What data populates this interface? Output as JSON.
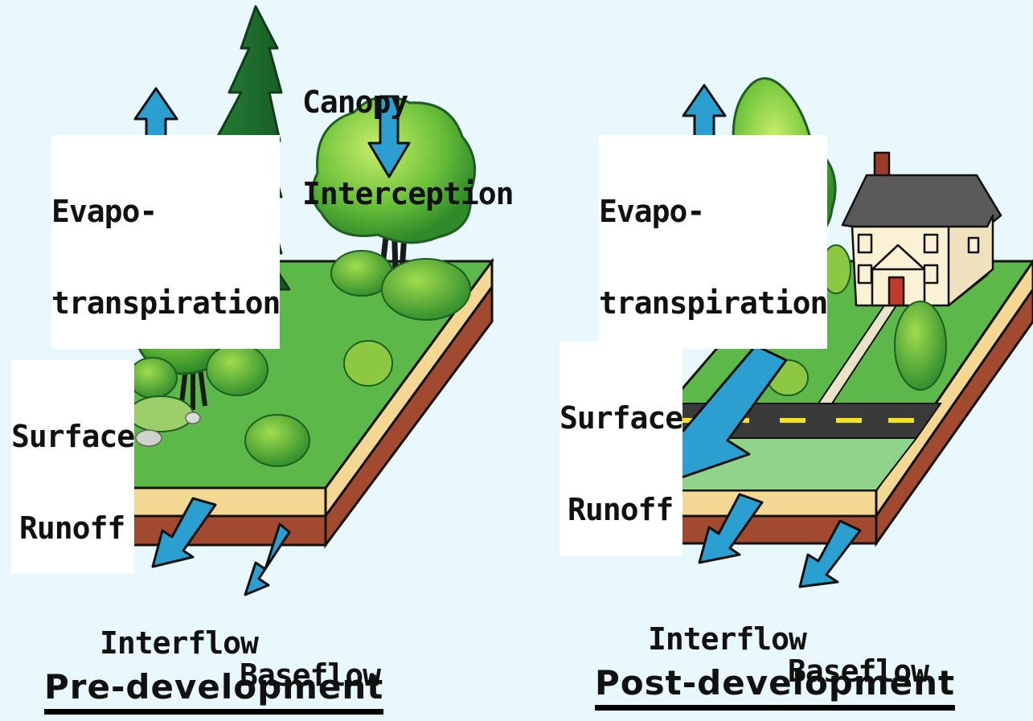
{
  "panels": {
    "pre": {
      "caption": "Pre-development",
      "evapotranspiration": [
        "Evapo-",
        "transpiration"
      ],
      "canopy_interception": [
        "Canopy",
        "Interception"
      ],
      "surface_runoff": [
        "Surface",
        "Runoff"
      ],
      "interflow": "Interflow",
      "baseflow": "Baseflow"
    },
    "post": {
      "caption": "Post-development",
      "evapotranspiration": [
        "Evapo-",
        "transpiration"
      ],
      "surface_runoff": [
        "Surface",
        "Runoff"
      ],
      "interflow": "Interflow",
      "baseflow": "Baseflow"
    }
  },
  "colors": {
    "background": "#e9f8fc",
    "arrow": "#2a9fd0",
    "grass": "#5cb848",
    "topsoil": "#f3d792",
    "subsoil": "#a24a30",
    "road": "#3a3a3a",
    "road_stripe": "#f2e31c"
  }
}
